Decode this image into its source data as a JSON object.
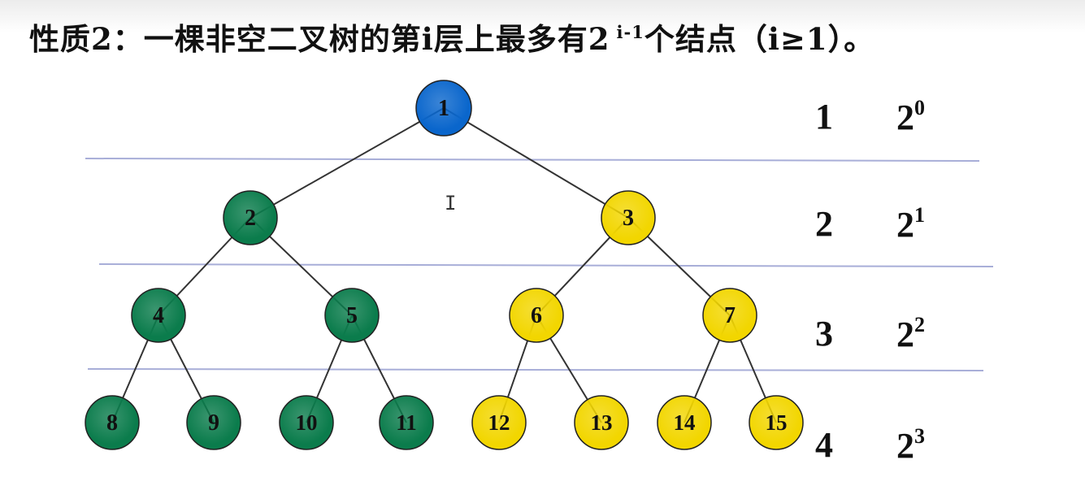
{
  "title": {
    "prefix": "性质2：一棵非空二叉树的第i层上最多有2",
    "superscript": "i-1",
    "suffix": "个结点（i≥1）。"
  },
  "tree": {
    "nodes": [
      {
        "label": "1",
        "color": "#0a66cc"
      },
      {
        "label": "2",
        "color": "#0b7c4c"
      },
      {
        "label": "3",
        "color": "#f2d600"
      },
      {
        "label": "4",
        "color": "#0b7c4c"
      },
      {
        "label": "5",
        "color": "#0b7c4c"
      },
      {
        "label": "6",
        "color": "#f2d600"
      },
      {
        "label": "7",
        "color": "#f2d600"
      },
      {
        "label": "8",
        "color": "#0b7c4c"
      },
      {
        "label": "9",
        "color": "#0b7c4c"
      },
      {
        "label": "10",
        "color": "#0b7c4c"
      },
      {
        "label": "11",
        "color": "#0b7c4c"
      },
      {
        "label": "12",
        "color": "#f2d600"
      },
      {
        "label": "13",
        "color": "#f2d600"
      },
      {
        "label": "14",
        "color": "#f2d600"
      },
      {
        "label": "15",
        "color": "#f2d600"
      }
    ]
  },
  "levels": [
    {
      "level": "1",
      "base": "2",
      "exp": "0"
    },
    {
      "level": "2",
      "base": "2",
      "exp": "1"
    },
    {
      "level": "3",
      "base": "2",
      "exp": "2"
    },
    {
      "level": "4",
      "base": "2",
      "exp": "3"
    }
  ],
  "separator_color": "#a8aed8"
}
